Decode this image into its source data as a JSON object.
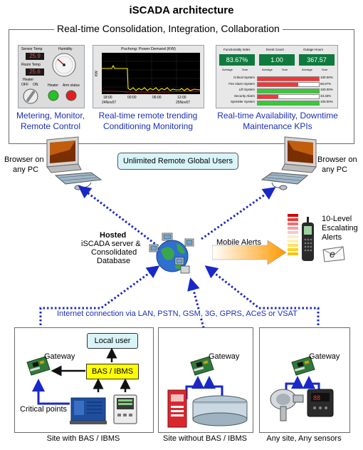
{
  "title": "iSCADA architecture",
  "top_box": {
    "heading": "Real-time Consolidation, Integration, Collaboration",
    "panel1": {
      "caption_line1": "Metering, Monitor,",
      "caption_line2": "Remote Control",
      "labels": {
        "sensor_temp": "Sensor Temp",
        "humidity": "Humidity",
        "room_temp": "Room Temp",
        "heater": "Heater",
        "off": "OFF",
        "on": "ON",
        "heater2": "Heater",
        "arm_status": "Arm status"
      },
      "values": {
        "sensor_temp": "25.9",
        "room_temp": "25.6"
      }
    },
    "panel2": {
      "caption_line1": "Real-time remote trending",
      "caption_line2": "Conditioning Monitoring",
      "chart_title": "Puchong: Power Demand (KW)",
      "ylabel": "KW",
      "x_ticks": [
        {
          "time": "18:00",
          "date": "24Nov07"
        },
        {
          "time": "00:00",
          "date": ""
        },
        {
          "time": "06:00",
          "date": ""
        },
        {
          "time": "12:00",
          "date": "25Nov07"
        }
      ]
    },
    "panel3": {
      "caption_line1": "Real-time Availability, Downtime",
      "caption_line2": "Maintenance KPIs",
      "kpis": [
        {
          "label": "Functionality Index",
          "value": "83.67%"
        },
        {
          "label": "Event Count",
          "value": "1.00"
        },
        {
          "label": "Outage Hours",
          "value": "367.57"
        }
      ],
      "legend": [
        "Average",
        "Sum",
        "Average",
        "Sum",
        "Average",
        "Sum"
      ],
      "bars": [
        {
          "label": "Critical System",
          "value": "100.00%",
          "fraction": 1.0,
          "color": "#ff3333"
        },
        {
          "label": "Fire Alarm System",
          "value": "66.67%",
          "fraction": 0.6667,
          "color": "#ff3333"
        },
        {
          "label": "Lift System",
          "value": "100.00%",
          "fraction": 1.0,
          "color": "#33cc33"
        },
        {
          "label": "Security Alarm",
          "value": "33.33%",
          "fraction": 0.3333,
          "color": "#ff3333"
        },
        {
          "label": "Sprinkler System",
          "value": "100.00%",
          "fraction": 1.0,
          "color": "#33cc33"
        }
      ]
    }
  },
  "browser_left": {
    "line1": "Browser on",
    "line2": "any PC"
  },
  "browser_right": {
    "line1": "Browser on",
    "line2": "any PC"
  },
  "unlimited_users": "Unlimited Remote Global Users",
  "server": {
    "line1": "Hosted",
    "line2": "iSCADA server &",
    "line3": "Consolidated",
    "line4": "Database"
  },
  "mobile_alerts": "Mobile Alerts",
  "escalation": {
    "line1": "10-Level",
    "line2": "Escalating",
    "line3": "Alerts"
  },
  "connection_text": "Internet connection via  LAN,  PSTN, GSM,   3G,  GPRS, ACeS or VSAT",
  "sites": [
    {
      "caption": "Site with BAS / IBMS",
      "gateway": "Gateway",
      "local_user": "Local user",
      "bas": "BAS / IBMS",
      "critical_points": "Critical  points"
    },
    {
      "caption": "Site without BAS / IBMS",
      "gateway": "Gateway"
    },
    {
      "caption": "Any site, Any sensors",
      "gateway": "Gateway"
    }
  ],
  "colors": {
    "text_blue": "#1a2fb8",
    "dotted_line": "#1a28c8",
    "bas_yellow": "#ffff00",
    "local_user_bg": "#d8f4f8",
    "arrow_orange": "#ff9900"
  }
}
